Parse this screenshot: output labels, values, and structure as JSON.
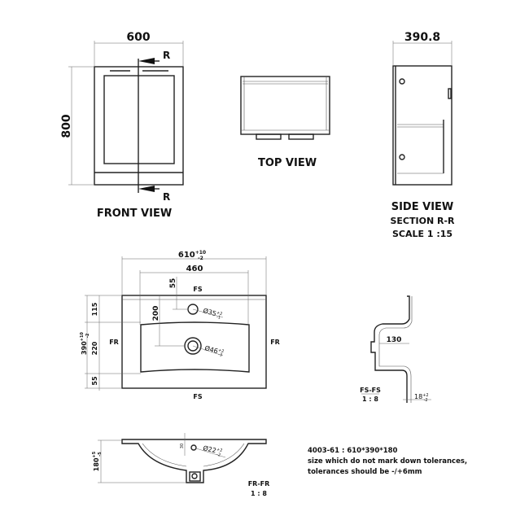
{
  "front_view": {
    "label": "FRONT VIEW",
    "width": "600",
    "height": "800",
    "section_mark_top": "R",
    "section_mark_bottom": "R"
  },
  "top_view": {
    "label": "TOP VIEW"
  },
  "side_view": {
    "label": "SIDE VIEW",
    "section": "SECTION R-R",
    "scale": "SCALE 1 :15",
    "depth": "390.8"
  },
  "basin_plan": {
    "width": "610",
    "width_tol_plus": "+10",
    "width_tol_minus": "-2",
    "bowl_width": "460",
    "depth": "390",
    "depth_tol_plus": "+10",
    "depth_tol_minus": "-2",
    "dim_115": "115",
    "dim_220": "220",
    "dim_55_left": "55",
    "dim_55_top": "55",
    "dim_200": "200",
    "tap_hole": "Ø35",
    "tap_hole_tol_plus": "+2",
    "tap_hole_tol_minus": "-1",
    "waste_hole": "Ø46",
    "waste_hole_tol_plus": "+2",
    "waste_hole_tol_minus": "-3",
    "section_fs": "FS",
    "section_fr": "FR"
  },
  "section_fs": {
    "title": "FS-FS",
    "scale": "1 : 8",
    "dim_130": "130",
    "dim_18": "18",
    "dim_18_tol_plus": "+2",
    "dim_18_tol_minus": "-2"
  },
  "section_fr": {
    "title": "FR-FR",
    "scale": "1 : 8",
    "height": "180",
    "height_tol_plus": "+5",
    "height_tol_minus": "-5",
    "overflow": "Ø22",
    "overflow_tol_plus": "+2",
    "overflow_tol_minus": "-2",
    "dim_30": "30"
  },
  "notes": {
    "line1": "4003-61 : 610*390*180",
    "line2": "size which do not mark down tolerances,",
    "line3": "tolerances should be -/+6mm"
  }
}
